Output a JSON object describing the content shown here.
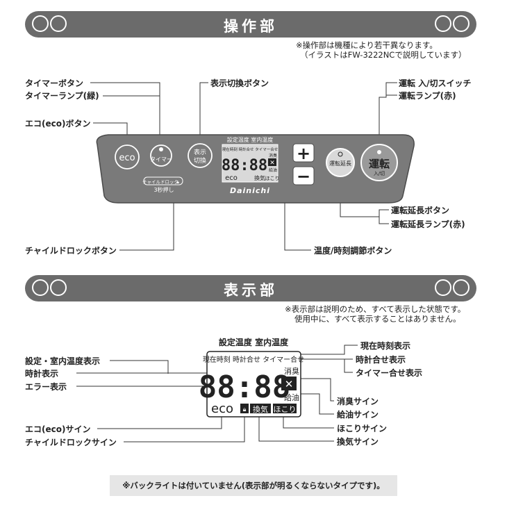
{
  "section1": {
    "title": "操作部",
    "note_line1": "※操作部は機種により若干異なります。",
    "note_line2": "（イラストはFW-3222NCで説明しています）",
    "labels": {
      "timer_button": "タイマーボタン",
      "timer_lamp": "タイマーランプ(緑)",
      "eco_button": "エコ(eco)ボタン",
      "display_switch_button": "表示切換ボタン",
      "power_switch": "運転 入/切スイッチ",
      "power_lamp": "運転ランプ(赤)",
      "extend_button": "運転延長ボタン",
      "extend_lamp": "運転延長ランプ(赤)",
      "child_lock_button": "チャイルドロックボタン",
      "temp_time_button": "温度/時刻調節ボタン"
    },
    "panel": {
      "eco": "eco",
      "timer": "タイマー",
      "display_line1": "表示",
      "display_line2": "切換",
      "child_lock": "チャイルドロック",
      "hold3": "3秒押し",
      "display_header": "設定温度 室内温度",
      "display_top": "現在時刻 時計合せ タイマー合せ",
      "digits": "88:88",
      "deodor": "消臭",
      "oil": "給油",
      "eco_small": "eco",
      "vent": "換気",
      "dust": "ほこり",
      "plus": "+",
      "minus": "−",
      "extend": "運転延長",
      "power": "運転",
      "power_sub": "入/切",
      "brand": "Dainichi"
    }
  },
  "section2": {
    "title": "表示部",
    "note_line1": "※表示部は説明のため、すべて表示した状態です。",
    "note_line2": "使用中に、すべて表示することはありません。",
    "display_header": "設定温度 室内温度",
    "display_top": "現在時刻 時計合せ タイマー合せ",
    "digits": "88:88",
    "deodor": "消臭",
    "oil": "給油",
    "eco": "eco",
    "vent": "換気",
    "dust": "ほこり",
    "labels": {
      "set_room_temp": "設定・室内温度表示",
      "clock": "時計表示",
      "error": "エラー表示",
      "current_time": "現在時刻表示",
      "clock_set": "時計合せ表示",
      "timer_set": "タイマー合せ表示",
      "deodor_sign": "消臭サイン",
      "oil_sign": "給油サイン",
      "dust_sign": "ほこりサイン",
      "eco_sign": "エコ(eco)サイン",
      "child_lock_sign": "チャイルドロックサイン",
      "vent_sign": "換気サイン"
    }
  },
  "footer_note": "※バックライトは付いていません(表示部が明るくならないタイプです)。",
  "colors": {
    "header_bg": "#6b6b6b",
    "panel_bg": "#7a7a7a",
    "lcd_bg": "#d9d9d9"
  }
}
